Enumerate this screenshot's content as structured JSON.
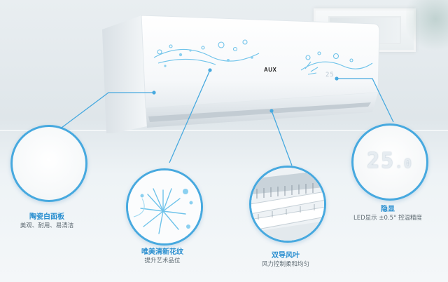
{
  "product": {
    "brand": "AUX",
    "display_reading": "25"
  },
  "features": [
    {
      "title": "陶瓷白面板",
      "subtitle": "美观、耐用、易清洁"
    },
    {
      "title": "唯美清新花纹",
      "subtitle": "提升艺术品位"
    },
    {
      "title": "双导风叶",
      "subtitle": "风力控制柔和均匀"
    },
    {
      "title": "隐显",
      "subtitle": "LED显示 ±0.5° 控温精度",
      "readout_main": "25",
      "readout_decimal": ".0"
    }
  ],
  "colors": {
    "accent": "#47a9df",
    "title": "#2a8fd0",
    "subtitle": "#5e6a72",
    "panel": "#ffffff",
    "pattern": "#6fc3ea"
  },
  "icons": [
    "snowflake-pattern-icon",
    "louver-blades-icon",
    "led-digit-display-icon"
  ]
}
